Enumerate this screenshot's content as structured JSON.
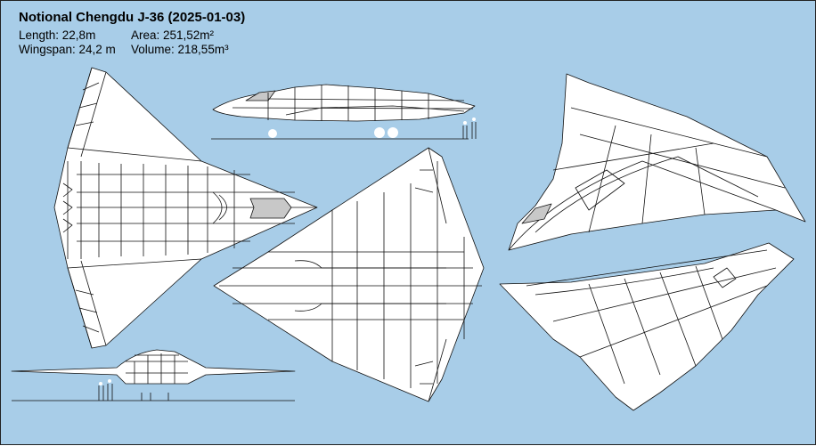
{
  "title": "Notional Chengdu J-36 (2025-01-03)",
  "specs": {
    "length": "Length: 22,8m",
    "area": "Area: 251,52m²",
    "wingspan": "Wingspan: 24,2 m",
    "volume": "Volume: 218,55m³"
  },
  "colors": {
    "background": "#a8cde8",
    "airframe": "#ffffff",
    "outline": "#111111",
    "canopy": "#c8c8c8"
  }
}
